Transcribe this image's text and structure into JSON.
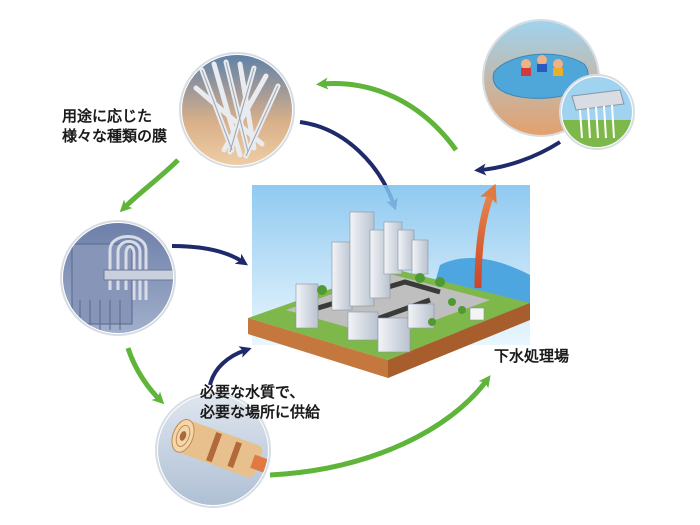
{
  "labels": {
    "membranes": [
      "用途に応じた",
      "様々な種類の膜"
    ],
    "supply": [
      "必要な水質で、",
      "必要な場所に供給"
    ],
    "sewage": "下水処理場"
  },
  "colors": {
    "green_arrow": "#5fb43a",
    "navy_arrow": "#1f2a6b",
    "orange_arrow": "#d9582b",
    "sky": "#9fd3f2",
    "sea": "#4ea6e0",
    "ground_side": "#c4783e"
  },
  "icons": [
    "membrane-fibers-icon",
    "membrane-module-icon",
    "spiral-membrane-icon",
    "swimming-pool-icon",
    "water-facility-icon",
    "city-icon"
  ]
}
